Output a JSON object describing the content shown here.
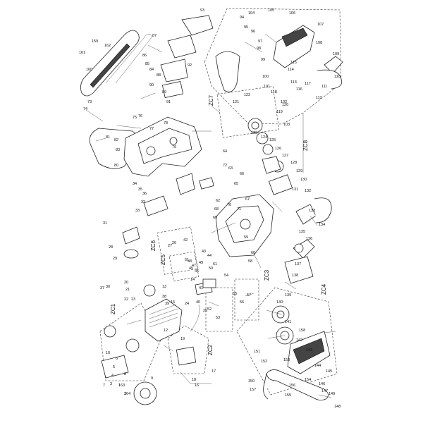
{
  "groups": [
    "ZC1",
    "ZC2",
    "ZC3",
    "ZC4",
    "ZC5",
    "ZC6",
    "ZC7",
    "ZC8"
  ],
  "labels": [
    "1",
    "2",
    "3",
    "4",
    "5",
    "6",
    "7",
    "8",
    "9",
    "10",
    "12",
    "13",
    "14",
    "15",
    "16",
    "17",
    "18",
    "19",
    "20",
    "21",
    "22",
    "23",
    "24",
    "25",
    "26",
    "27",
    "28",
    "29",
    "30",
    "31",
    "32",
    "33",
    "34",
    "35",
    "36",
    "37",
    "38",
    "39",
    "40",
    "41",
    "42",
    "43",
    "44",
    "45",
    "46",
    "47",
    "48",
    "49",
    "50",
    "51",
    "52",
    "53",
    "54",
    "55",
    "56",
    "57",
    "58",
    "59",
    "60",
    "61",
    "62",
    "63",
    "64",
    "65",
    "66",
    "67",
    "68",
    "69",
    "70",
    "71",
    "72",
    "73",
    "74",
    "75",
    "76",
    "77",
    "78",
    "79",
    "80",
    "81",
    "82",
    "83",
    "84",
    "85",
    "86",
    "87",
    "88",
    "89",
    "90",
    "91",
    "92",
    "93",
    "94",
    "95",
    "96",
    "97",
    "98",
    "99",
    "100",
    "101",
    "102",
    "103",
    "104",
    "105",
    "106",
    "107",
    "108",
    "109",
    "110",
    "111",
    "112",
    "113",
    "114",
    "115",
    "116",
    "117",
    "118",
    "119",
    "120",
    "121",
    "122",
    "123",
    "124",
    "125",
    "126",
    "127",
    "128",
    "129",
    "130",
    "131",
    "132",
    "133",
    "134",
    "135",
    "136",
    "137",
    "138",
    "139",
    "140",
    "141",
    "142",
    "143",
    "144",
    "145",
    "146",
    "147",
    "148",
    "149",
    "150",
    "151",
    "152",
    "153",
    "154",
    "155",
    "156",
    "157",
    "158",
    "159",
    "160",
    "161",
    "162",
    "163",
    "164"
  ]
}
